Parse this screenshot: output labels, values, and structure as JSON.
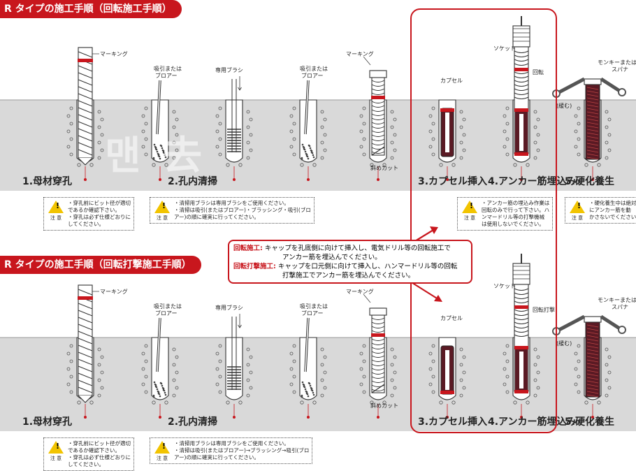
{
  "sections": [
    {
      "title": "R タイプの施工手順（回転施工手順）",
      "steps": [
        "1.母材穿孔",
        "2.孔内清掃",
        "3.カプセル挿入",
        "4.アンカー筋埋込み",
        "5.硬化養生"
      ],
      "labels": {
        "marking1": "マーキング",
        "suction1a": "吸引または",
        "suction1b": "ブロアー",
        "brush": "専用ブラシ",
        "suction2a": "吸引または",
        "suction2b": "ブロアー",
        "marking2": "マーキング",
        "bevel": "斜めカット",
        "capsule": "カプセル",
        "socket": "ソケット",
        "motion": "回転",
        "monkey_a": "モンキーまたは",
        "monkey_b": "スパナ",
        "loosen": "(緩む)"
      },
      "notes": [
        [
          "・穿孔前にビット径が適切",
          "であるか確認下さい。",
          "・穿孔は必ず仕様どおりに",
          "してください。"
        ],
        [
          "・清掃用ブラシは専用ブラシをご使用ください。",
          "・清掃は吸引(またはブロアー)・ブラッシング・吸引(ブロ",
          "アー)の順に確実に行ってください。"
        ],
        [
          "・アンカー筋の埋込み作業は",
          "回転のみで行って下さい。ハ",
          "ンマードリル等の打撃機械",
          "は使用しないでください。"
        ],
        [
          "・硬化養生中は絶対",
          "にアンカー筋を動",
          "かさないでください。"
        ]
      ]
    },
    {
      "title": "R タイプの施工手順（回転打撃施工手順）",
      "steps": [
        "1.母材穿孔",
        "2.孔内清掃",
        "3.カプセル挿入",
        "4.アンカー筋埋込み",
        "5.硬化養生"
      ],
      "labels": {
        "marking1": "マーキング",
        "suction1a": "吸引または",
        "suction1b": "ブロアー",
        "brush": "専用ブラシ",
        "suction2a": "吸引または",
        "suction2b": "ブロアー",
        "marking2": "マーキング",
        "bevel": "斜めカット",
        "capsule": "カプセル",
        "socket": "ソケット",
        "motion": "回転打撃",
        "monkey_a": "モンキーまたは",
        "monkey_b": "スパナ",
        "loosen": "(緩む)"
      },
      "notes": [
        [
          "・穿孔前にビット径が適切",
          "であるか確認下さい。",
          "・穿孔は必ず仕様どおりに",
          "してください。"
        ],
        [
          "・清掃用ブラシは専用ブラシをご使用ください。",
          "・清掃は吸引(またはブロアー)→ブラッシング→吸引(ブロ",
          "アー)の順に確実に行ってください。"
        ]
      ]
    }
  ],
  "caution_caption": "注 意",
  "callout": {
    "key1": "回転施工:",
    "text1a": "キャップを孔底側に向けて挿入し、電気ドリル等の回転施工で",
    "text1b": "アンカー筋を埋込んでください。",
    "key2": "回転打撃施工:",
    "text2a": "キャップを口元側に向けて挿入し、ハンマードリル等の回転",
    "text2b": "打撃施工でアンカー筋を埋込んでください。"
  },
  "watermark": "맨 去",
  "colors": {
    "accent": "#c8161d",
    "concrete": "#d9d9d9",
    "capsule": "#5a1a24",
    "warning": "#f2c400"
  }
}
